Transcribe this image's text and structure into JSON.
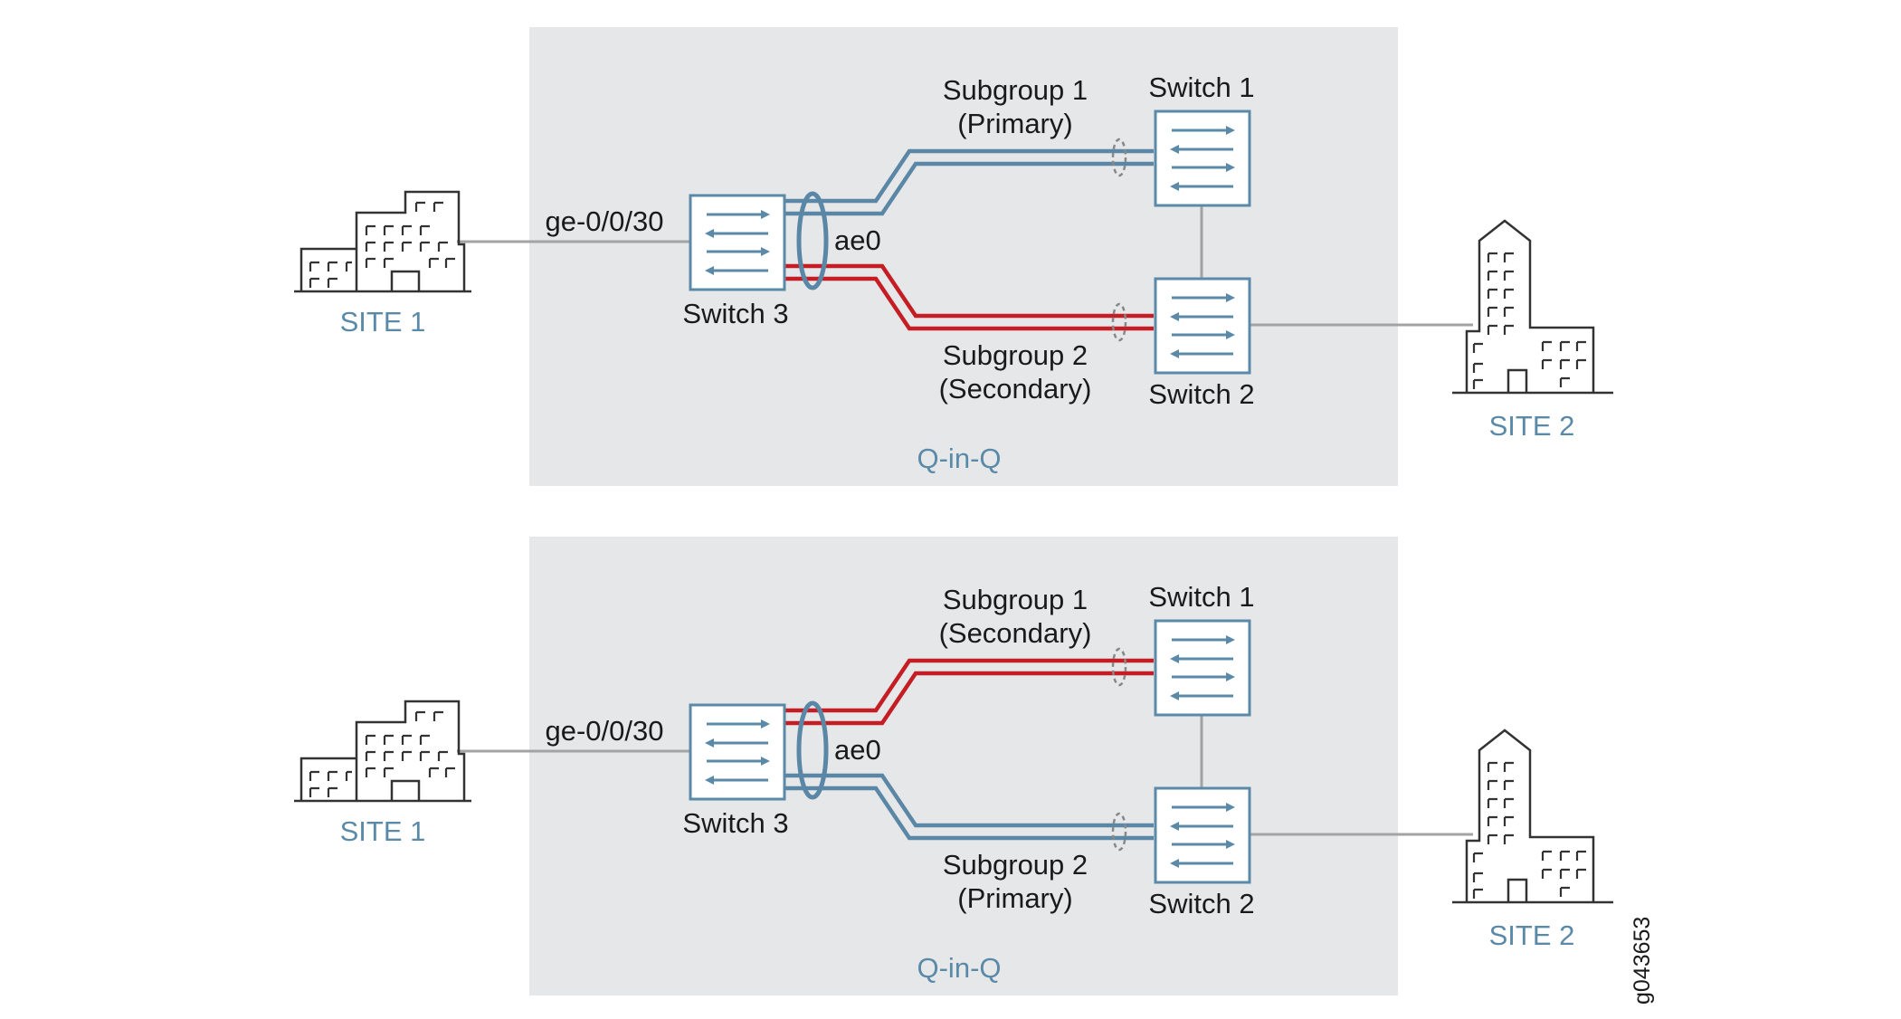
{
  "colors": {
    "panel": "#e6e7e9",
    "primary_link": "#5b87a6",
    "secondary_link": "#c41e24",
    "switch_stroke": "#5b8aa8",
    "site_text": "#5b8aa8",
    "gray_link": "#a3a3a3"
  },
  "figure_id": "g043653",
  "panels": [
    {
      "region_label": "Q-in-Q",
      "site_left": "SITE 1",
      "site_right": "SITE 2",
      "interface_label": "ge-0/0/30",
      "lag_label": "ae0",
      "switch3": "Switch 3",
      "switch1": "Switch 1",
      "switch2": "Switch 2",
      "upper_subgroup": {
        "line1": "Subgroup 1",
        "line2": "(Primary)",
        "role": "primary"
      },
      "lower_subgroup": {
        "line1": "Subgroup 2",
        "line2": "(Secondary)",
        "role": "secondary"
      }
    },
    {
      "region_label": "Q-in-Q",
      "site_left": "SITE 1",
      "site_right": "SITE 2",
      "interface_label": "ge-0/0/30",
      "lag_label": "ae0",
      "switch3": "Switch 3",
      "switch1": "Switch 1",
      "switch2": "Switch 2",
      "upper_subgroup": {
        "line1": "Subgroup 1",
        "line2": "(Secondary)",
        "role": "secondary"
      },
      "lower_subgroup": {
        "line1": "Subgroup 2",
        "line2": "(Primary)",
        "role": "primary"
      }
    }
  ]
}
